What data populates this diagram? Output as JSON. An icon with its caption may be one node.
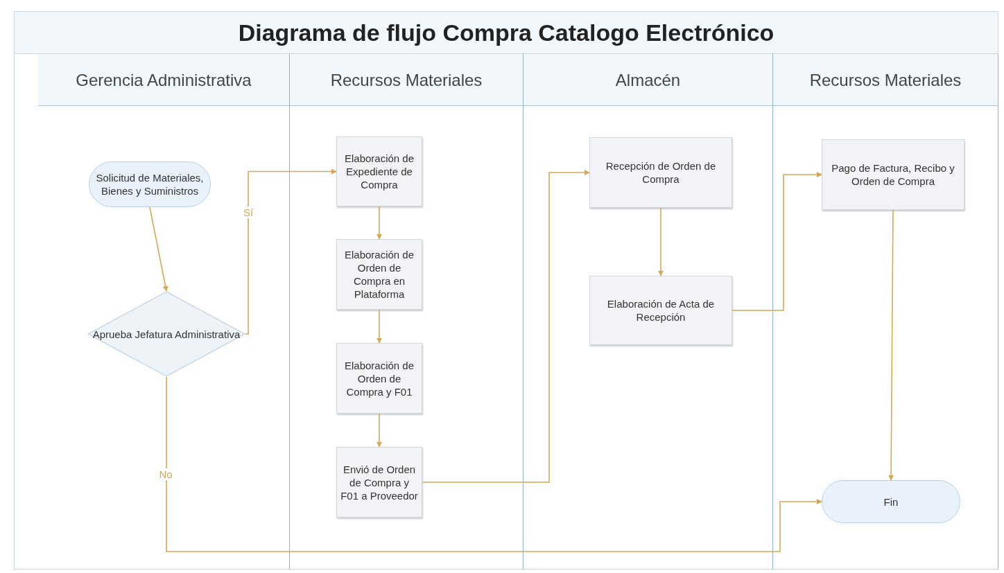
{
  "diagram": {
    "title": "Diagrama de flujo Compra Catalogo Electrónico",
    "nodes": [
      {
        "text": [
          "Gerencia Administrativa"
        ]
      },
      {
        "text": [
          "Recursos Materiales"
        ]
      },
      {
        "text": [
          "Almacén"
        ]
      },
      {
        "text": [
          "Recursos Materiales"
        ]
      },
      {
        "text": [
          "Solicitud de Materiales, Bienes y Suministros"
        ],
        "in": 0
      },
      {
        "text": [
          "Aprueba Jefatura Administrativa"
        ],
        "in": 0
      },
      {
        "text": [
          "Elaboración de Expediente de Compra"
        ],
        "in": 1
      },
      {
        "text": [
          "Elaboración de Orden de Compra en Plataforma"
        ],
        "in": 1
      },
      {
        "text": [
          "Elaboración de Orden de Compra y F01"
        ],
        "in": 1
      },
      {
        "text": [
          "Envió de Orden de Compra y F01 a Proveedor"
        ],
        "in": 1
      },
      {
        "text": [
          "Recepción de Orden de Compra"
        ],
        "in": 2
      },
      {
        "text": [
          "Elaboración de Acta de Recepción"
        ],
        "in": 2
      },
      {
        "text": [
          "Pago de Factura, Recibo y Orden de Compra"
        ],
        "in": 3
      },
      {
        "text": [
          "Fin"
        ],
        "in": 3
      }
    ],
    "edges": [
      {
        "from": 4,
        "to": 5,
        "arrow": "to"
      },
      {
        "from": 5,
        "to": 6,
        "arrow": "to",
        "label": "Sí"
      },
      {
        "from": 6,
        "to": 7,
        "arrow": "to"
      },
      {
        "from": 7,
        "to": 8,
        "arrow": "to"
      },
      {
        "from": 8,
        "to": 9,
        "arrow": "to"
      },
      {
        "from": 9,
        "to": 10,
        "arrow": "to"
      },
      {
        "from": 10,
        "to": 11,
        "arrow": "to"
      },
      {
        "from": 11,
        "to": 12,
        "arrow": "to"
      },
      {
        "from": 12,
        "to": 13,
        "arrow": "to"
      },
      {
        "from": 5,
        "to": 13,
        "arrow": "to",
        "label": "No"
      }
    ]
  }
}
